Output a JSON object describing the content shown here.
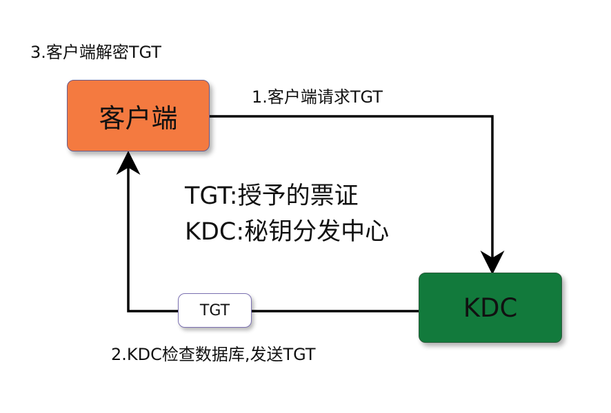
{
  "diagram": {
    "step3_label": "3.客户端解密TGT",
    "step1_label": "1.客户端请求TGT",
    "step2_label": "2.KDC检查数据库,发送TGT",
    "legend": {
      "tgt_line": "TGT:授予的票证",
      "kdc_line": "KDC:秘钥分发中心"
    },
    "nodes": {
      "client": "客户端",
      "kdc": "KDC",
      "token": "TGT"
    },
    "colors": {
      "client_fill": "#f47a40",
      "kdc_fill": "#127a3c",
      "token_fill": "#ffffff",
      "connector": "#000000"
    }
  }
}
